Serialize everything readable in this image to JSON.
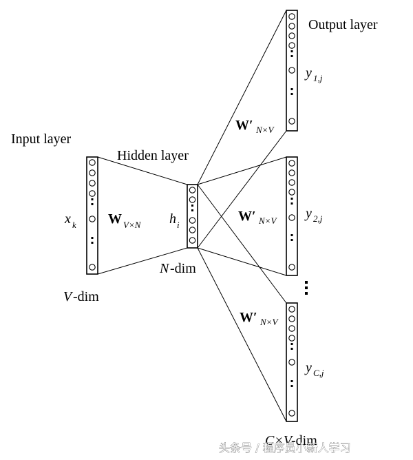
{
  "input": {
    "title": "Input layer",
    "var": "x",
    "var_sub": "k",
    "dim_var": "V",
    "dim_text": "-dim"
  },
  "hidden": {
    "title": "Hidden layer",
    "var": "h",
    "var_sub": "i",
    "dim_var": "N",
    "dim_text": "-dim"
  },
  "output": {
    "title": "Output layer",
    "dim_var": "C×V",
    "dim_text": "-dim",
    "y1_var": "y",
    "y1_sub": "1,j",
    "y2_var": "y",
    "y2_sub": "2,j",
    "yc_var": "y",
    "yc_sub": "C,j"
  },
  "weights": {
    "input_w": "W",
    "input_sub": "V×N",
    "output_w": "W′",
    "output_sub": "N×V"
  },
  "watermark": "头条号 / 程序员小新人学习"
}
